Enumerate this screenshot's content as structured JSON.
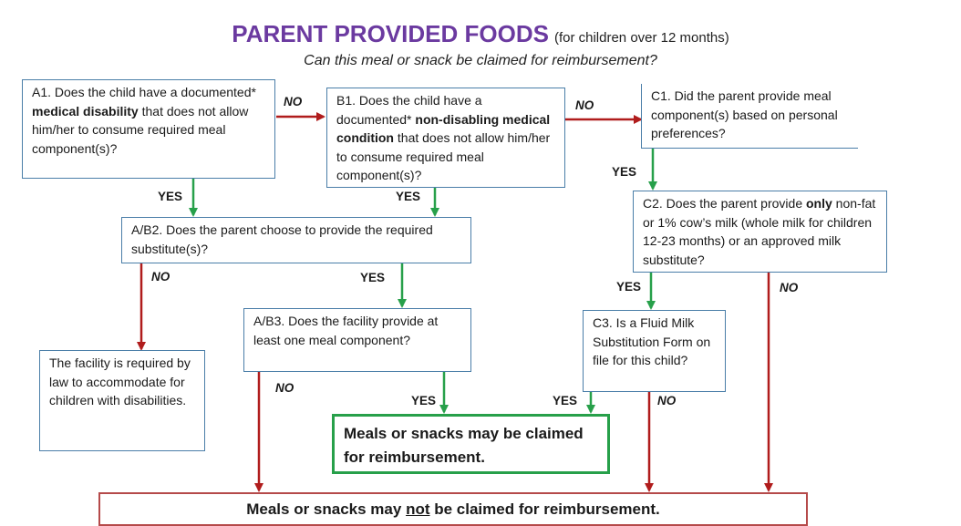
{
  "header": {
    "title": "PARENT PROVIDED FOODS",
    "title_note": "(for children over 12 months)",
    "question": "Can this meal or snack be claimed for reimbursement?"
  },
  "boxes": {
    "a1": {
      "pre": "A1. Does the child have a documented* ",
      "bold": "medical disability",
      "post": " that does not allow him/her to consume required meal component(s)?"
    },
    "b1": {
      "pre": "B1. Does the child have a documented* ",
      "bold": "non-disabling medical condition",
      "post": " that does not allow him/her to consume required meal component(s)?"
    },
    "c1": {
      "text": "C1. Did the parent provide meal component(s) based on personal preferences?"
    },
    "ab2": {
      "text": "A/B2. Does the parent choose to provide the required substitute(s)?"
    },
    "c2": {
      "pre": "C2. Does the parent provide ",
      "bold": "only",
      "post": " non-fat or 1% cow’s milk (whole milk for children 12-23 months) or an approved milk substitute?"
    },
    "law": {
      "text": "The facility is required by law to accommodate for children with disabilities."
    },
    "ab3": {
      "text": "A/B3. Does the facility provide at least one meal component?"
    },
    "c3": {
      "text": "C3. Is a Fluid Milk Substitution Form on file for this child?"
    }
  },
  "results": {
    "yes": "Meals or snacks may be claimed for reimbursement.",
    "no_pre": "Meals or snacks may ",
    "no_emph": "not",
    "no_post": " be claimed for reimbursement."
  },
  "labels": {
    "no": "NO",
    "yes": "YES"
  },
  "colors": {
    "title": "#6b3aa0",
    "box_border": "#4a7ea8",
    "yes_arrow": "#27a04a",
    "no_arrow": "#b01c1c",
    "yes_result_border": "#27a04a",
    "no_result_border": "#b54a4a"
  }
}
